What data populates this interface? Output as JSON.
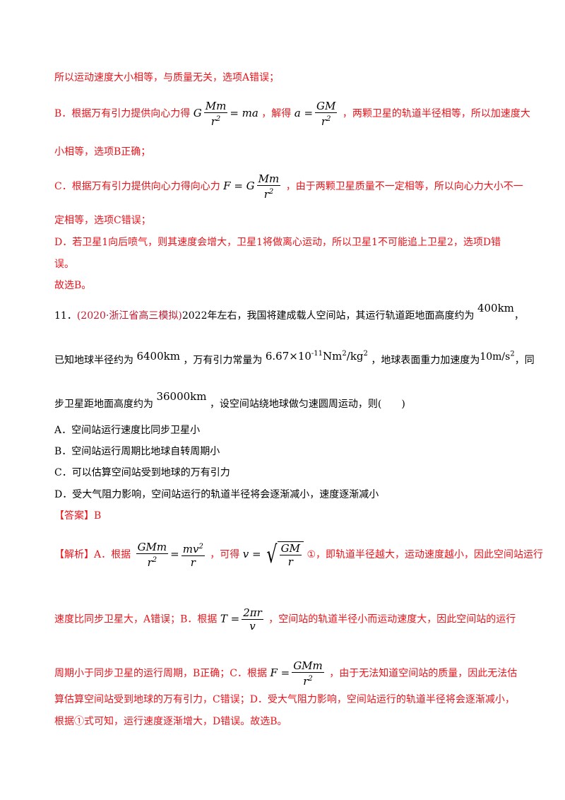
{
  "lines": {
    "l1": "所以运动速度大小相等，与质量无关，选项A错误；",
    "l2_a": "B．根据万有引力提供向心力得",
    "l2_b": "，解得",
    "l2_c": "，两颗卫星的轨道半径相等，所以加速度大",
    "l3": "小相等，选项B正确；",
    "l4_a": "C．根据万有引力提供向心力得向心力",
    "l4_b": "，由于两颗卫星质量不一定相等，所以向心力大小不一",
    "l5": "定相等，选项C错误；",
    "l6": "D．若卫星1向后喷气，则其速度会增大，卫星1将做离心运动，所以卫星1不可能追上卫星2，选项D错",
    "l7": "误。",
    "l8": "故选B。"
  },
  "question": {
    "number": "11．",
    "source": "(2020·浙江省高三模拟)",
    "q1_a": "2022年左右，我国将建成载人空间站，其运行轨道距地面高度约为",
    "q1_h": "400km",
    "q1_end": "，",
    "q2_a": "已知地球半径约为",
    "q2_r": "6400km",
    "q2_b": "，万有引力常量为",
    "q2_g": "6.67×10",
    "q2_gexp": "-11",
    "q2_gunit": "Nm",
    "q2_gunit2": "/kg",
    "q2_c": "，地球表面重力加速度为",
    "q2_acc": "10m/s",
    "q2_d": "，同",
    "q3_a": "步卫星距地面高度约为",
    "q3_h": "36000km",
    "q3_b": "，设空间站绕地球做匀速圆周运动，则(　　)",
    "optA": "A．空间站运行速度比同步卫星小",
    "optB": "B．空间站运行周期比地球自转周期小",
    "optC": "C．可以估算空间站受到地球的万有引力",
    "optD": "D．受大气阻力影响，空间站运行的轨道半径将会逐渐减小，速度逐渐减小"
  },
  "answer": {
    "label": "【答案】B"
  },
  "analysis": {
    "label": "【解析】",
    "a1": "A．根据",
    "a2": "，可得",
    "a3": "①，即轨道半径越大，运动速度越小，因此空间站运行",
    "b1": "速度比同步卫星大，A错误；B．根据",
    "b2": "，空间站的轨道半径小而运动速度大，因此空间站的运行",
    "c1": "周期小于同步卫星的运行周期，B正确；C．根据",
    "c2": "，由于无法知道空间站的质量，因此无法估",
    "d1": "算估算空间站受到地球的万有引力，C错误；D．受大气阻力影响，空间站运行的轨道半径将会逐渐减小，",
    "e1": "根据①式可知，运行速度逐渐增大，D错误。故选B。"
  },
  "formulas": {
    "G": "G",
    "Mm": "Mm",
    "r2": "r",
    "sq": "2",
    "eq_ma": "= ma",
    "a_eq": "a =",
    "GM": "GM",
    "F_eq": "F = G",
    "GMm": "GMm",
    "mv2": "mv",
    "r": "r",
    "v_eq": "v =",
    "T_eq": "T =",
    "two_pi_r": "2πr",
    "v": "v",
    "F_eq2": "F ="
  },
  "colors": {
    "red": "#e8141b",
    "source": "#c0192f"
  }
}
